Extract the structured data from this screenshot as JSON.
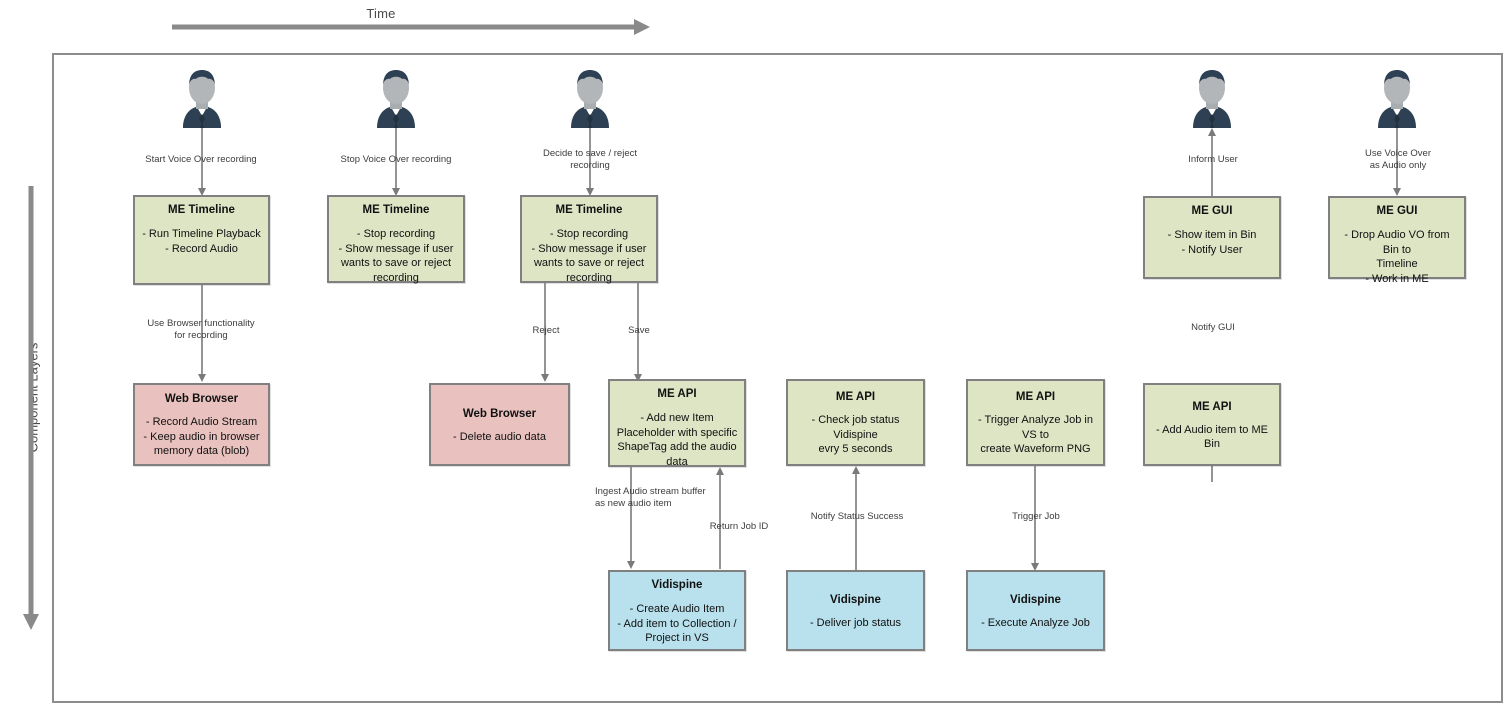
{
  "axes": {
    "time_label": "Time",
    "component_label": "Component Layers"
  },
  "nodes": [
    {
      "id": "me-timeline-1",
      "type": "ME Timeline",
      "color": "green",
      "title": "ME Timeline",
      "body": "- Run Timeline Playback\n- Record Audio"
    },
    {
      "id": "me-timeline-2",
      "type": "ME Timeline",
      "color": "green",
      "title": "ME Timeline",
      "body": "- Stop recording\n- Show message if user\nwants to save or reject\nrecording"
    },
    {
      "id": "me-timeline-3",
      "type": "ME Timeline",
      "color": "green",
      "title": "ME Timeline",
      "body": "- Stop recording\n- Show message if user\nwants to save or reject\nrecording"
    },
    {
      "id": "me-gui-1",
      "type": "ME GUI",
      "color": "green",
      "title": "ME GUI",
      "body": "- Show item in Bin\n- Notify User"
    },
    {
      "id": "me-gui-2",
      "type": "ME GUI",
      "color": "green",
      "title": "ME GUI",
      "body": "- Drop Audio VO from Bin to\nTimeline\n- Work in ME"
    },
    {
      "id": "web-browser-1",
      "type": "Web Browser",
      "color": "pink",
      "title": "Web Browser",
      "body": "- Record Audio Stream\n- Keep audio in browser\nmemory data (blob)"
    },
    {
      "id": "web-browser-2",
      "type": "Web Browser",
      "color": "pink",
      "title": "Web Browser",
      "body": "- Delete audio data"
    },
    {
      "id": "me-api-1",
      "type": "ME API",
      "color": "green",
      "title": "ME API",
      "body": "- Add new Item\nPlaceholder with specific\nShapeTag  add the audio\ndata"
    },
    {
      "id": "me-api-2",
      "type": "ME API",
      "color": "green",
      "title": "ME API",
      "body": "- Check job status Vidispine\nevry 5 seconds"
    },
    {
      "id": "me-api-3",
      "type": "ME API",
      "color": "green",
      "title": "ME API",
      "body": "- Trigger Analyze Job in VS to\ncreate Waveform PNG"
    },
    {
      "id": "me-api-4",
      "type": "ME API",
      "color": "green",
      "title": "ME API",
      "body": "- Add Audio item to ME Bin"
    },
    {
      "id": "vidispine-1",
      "type": "Vidispine",
      "color": "blue",
      "title": "Vidispine",
      "body": "- Create Audio Item\n- Add item to Collection /\nProject in VS"
    },
    {
      "id": "vidispine-2",
      "type": "Vidispine",
      "color": "blue",
      "title": "Vidispine",
      "body": "- Deliver job status"
    },
    {
      "id": "vidispine-3",
      "type": "Vidispine",
      "color": "blue",
      "title": "Vidispine",
      "body": "- Execute Analyze Job"
    }
  ],
  "edge_labels": {
    "start_vo": "Start Voice Over recording",
    "stop_vo": "Stop Voice Over recording",
    "decide": "Decide to save / reject\nrecording",
    "inform_user": "Inform User",
    "use_vo_audio_only": "Use Voice Over\nas Audio only",
    "use_browser": "Use Browser functionality\nfor recording",
    "reject": "Reject",
    "save": "Save",
    "notify_gui": "Notify GUI",
    "ingest": "Ingest Audio stream buffer\nas new audio item",
    "return_job_id": "Return Job ID",
    "notify_status": "Notify Status Success",
    "trigger_job": "Trigger Job"
  },
  "colors": {
    "green_fill": "#dde5c5",
    "pink_fill": "#e9c2bf",
    "blue_fill": "#b8e1ed",
    "node_border": "#808080",
    "connector": "#7a7a7a",
    "frame": "#8d8d8d",
    "avatar_suit": "#2e4054",
    "avatar_face": "#b0b0b0"
  }
}
